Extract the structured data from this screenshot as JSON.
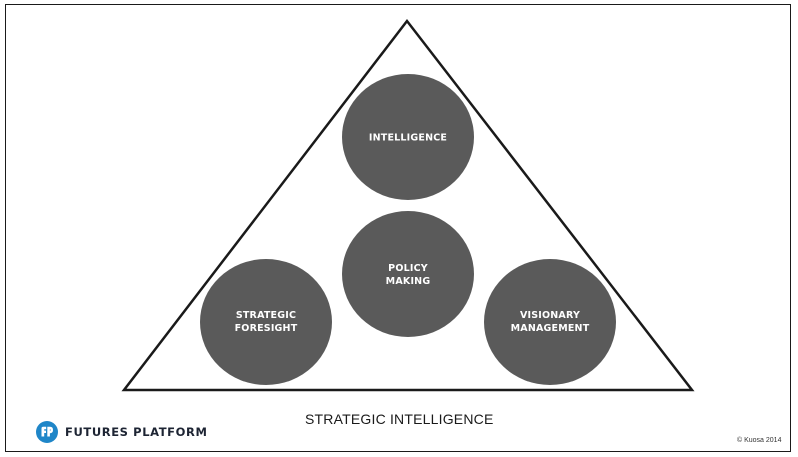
{
  "diagram": {
    "circles": {
      "intelligence": {
        "lines": [
          "INTELLIGENCE"
        ]
      },
      "policy_making": {
        "lines": [
          "POLICY",
          "MAKING"
        ]
      },
      "strategic_foresight": {
        "lines": [
          "STRATEGIC",
          "FORESIGHT"
        ]
      },
      "visionary_management": {
        "lines": [
          "VISIONARY",
          "MANAGEMENT"
        ]
      }
    },
    "caption": "STRATEGIC INTELLIGENCE"
  },
  "brand": {
    "icon": "futures-platform-logo",
    "name": "FUTURES PLATFORM"
  },
  "copyright": "© Kuosa 2014",
  "colors": {
    "circle_fill": "#5a5a5a",
    "triangle_stroke": "#1a1a1a",
    "brand_blue": "#1f86c8"
  }
}
